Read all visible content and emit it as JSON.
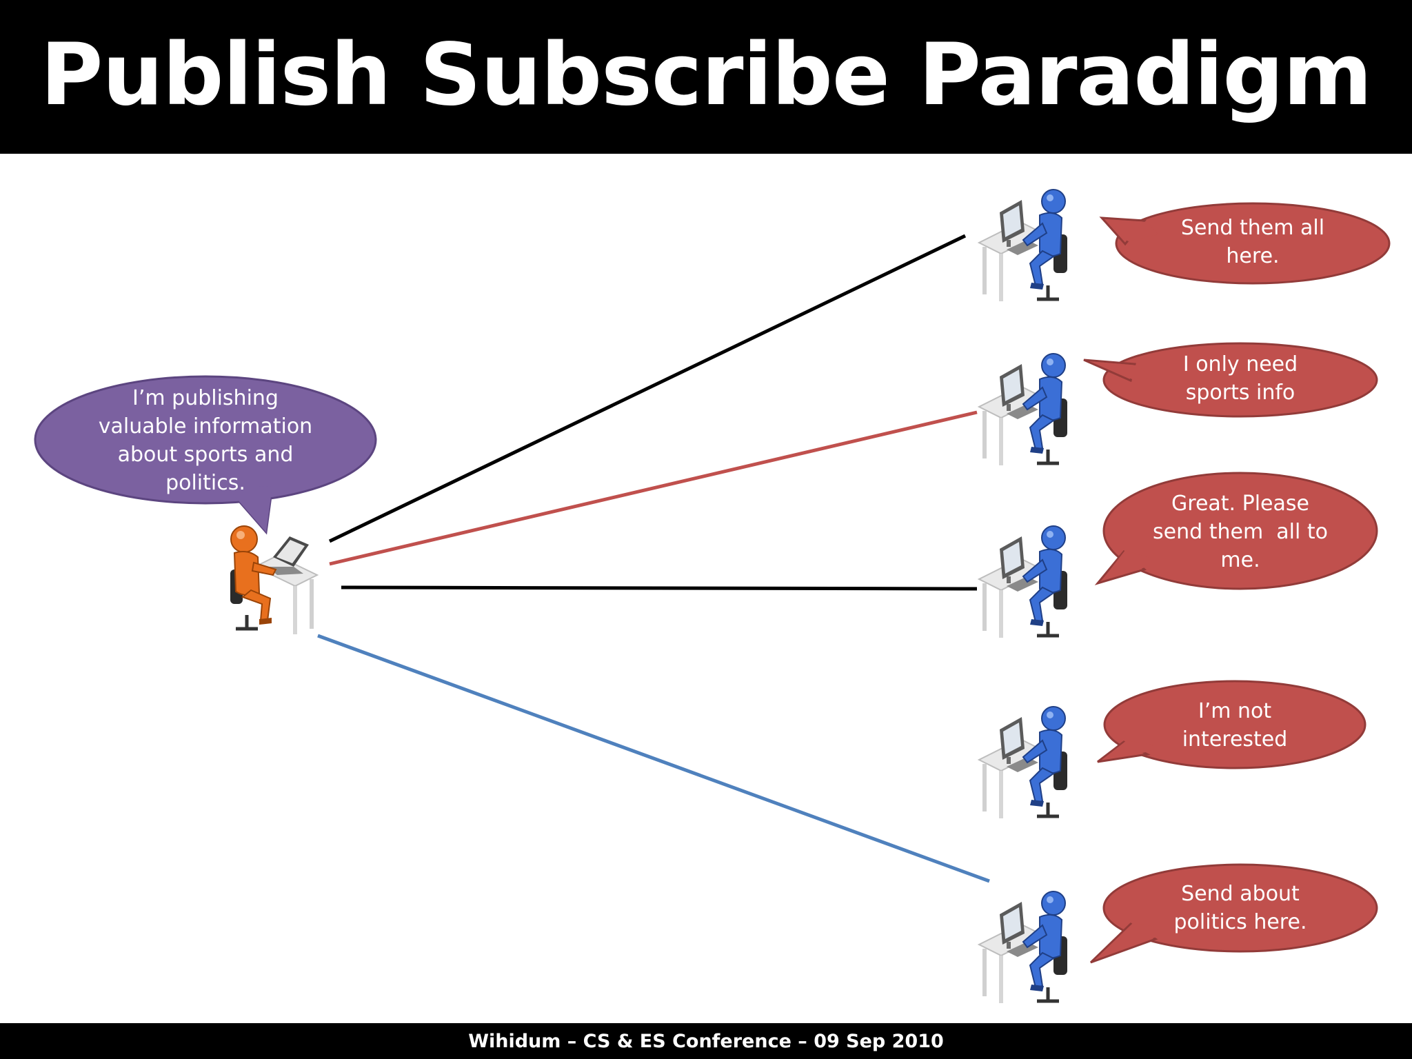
{
  "slide": {
    "title": "Publish Subscribe Paradigm",
    "footer": "Wihidum – CS & ES Conference – 09 Sep 2010"
  },
  "publisher": {
    "bubble_lines": [
      "I’m publishing",
      "valuable information",
      "about sports and",
      "politics."
    ],
    "bubble_color": "#7b61a0",
    "figure_color": "#e8701e"
  },
  "subscribers": [
    {
      "bubble_lines": [
        "Send them all",
        "here."
      ],
      "line_color": "#000000"
    },
    {
      "bubble_lines": [
        "I only need",
        "sports info"
      ],
      "line_color": "#c0504d"
    },
    {
      "bubble_lines": [
        "Great. Please",
        "send them  all to",
        "me."
      ],
      "line_color": "#000000"
    },
    {
      "bubble_lines": [
        "I’m not",
        "interested"
      ],
      "line_color": null
    },
    {
      "bubble_lines": [
        "Send about",
        "politics here."
      ],
      "line_color": "#4f81bd"
    }
  ],
  "colors": {
    "subscriber_bubble": "#c0504d",
    "subscriber_figure": "#3b6fd6"
  }
}
